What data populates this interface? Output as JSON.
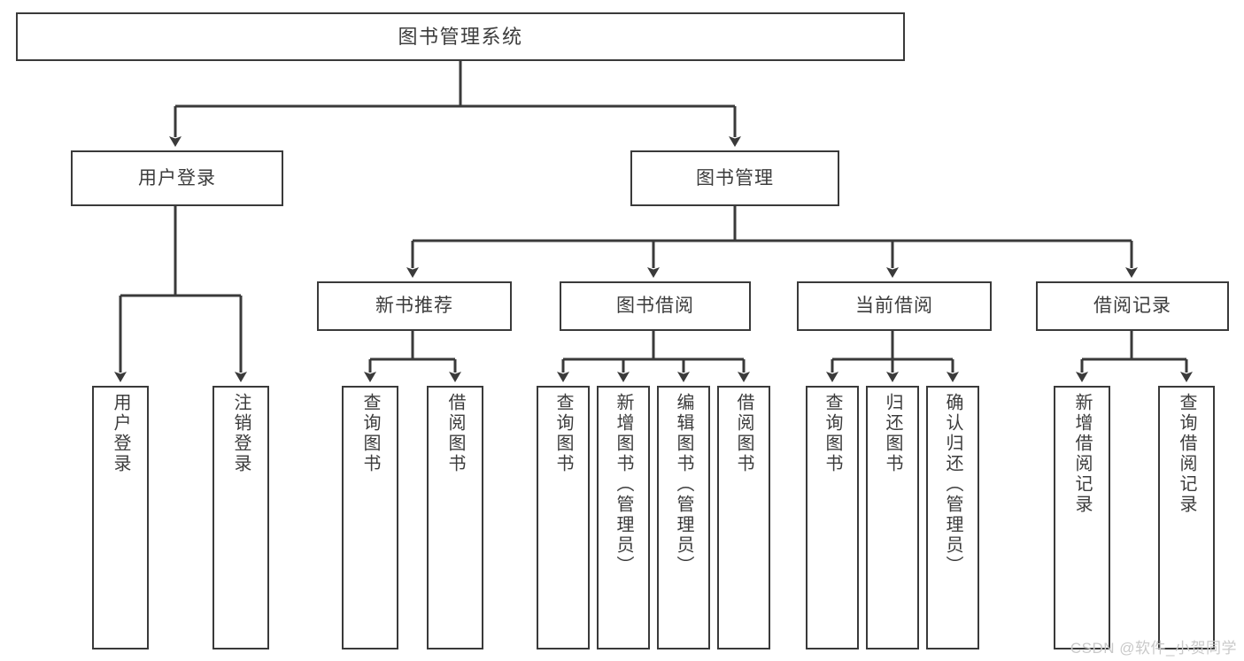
{
  "diagram": {
    "title": "图书管理系统",
    "type": "tree-hierarchy-diagram",
    "colors": {
      "stroke": "#3a3a3a",
      "text": "#3c3c3c",
      "background": "#ffffff",
      "watermark": "#c9c9c9"
    },
    "root": {
      "label": "图书管理系统"
    },
    "level2": [
      {
        "label": "用户登录"
      },
      {
        "label": "图书管理"
      }
    ],
    "level3": [
      {
        "label": "新书推荐"
      },
      {
        "label": "图书借阅"
      },
      {
        "label": "当前借阅"
      },
      {
        "label": "借阅记录"
      }
    ],
    "leaves": {
      "user_login": [
        {
          "label": "用户登录"
        },
        {
          "label": "注销登录"
        }
      ],
      "new_book_recommend": [
        {
          "label": "查询图书"
        },
        {
          "label": "借阅图书"
        }
      ],
      "book_borrow": [
        {
          "label": "查询图书"
        },
        {
          "label": "新增图书（管理员）"
        },
        {
          "label": "编辑图书（管理员）"
        },
        {
          "label": "借阅图书"
        }
      ],
      "current_borrow": [
        {
          "label": "查询图书"
        },
        {
          "label": "归还图书"
        },
        {
          "label": "确认归还（管理员）"
        }
      ],
      "borrow_record": [
        {
          "label": "新增借阅记录"
        },
        {
          "label": "查询借阅记录"
        }
      ]
    }
  },
  "watermark": {
    "text": "CSDN @软件_小贺同学"
  }
}
